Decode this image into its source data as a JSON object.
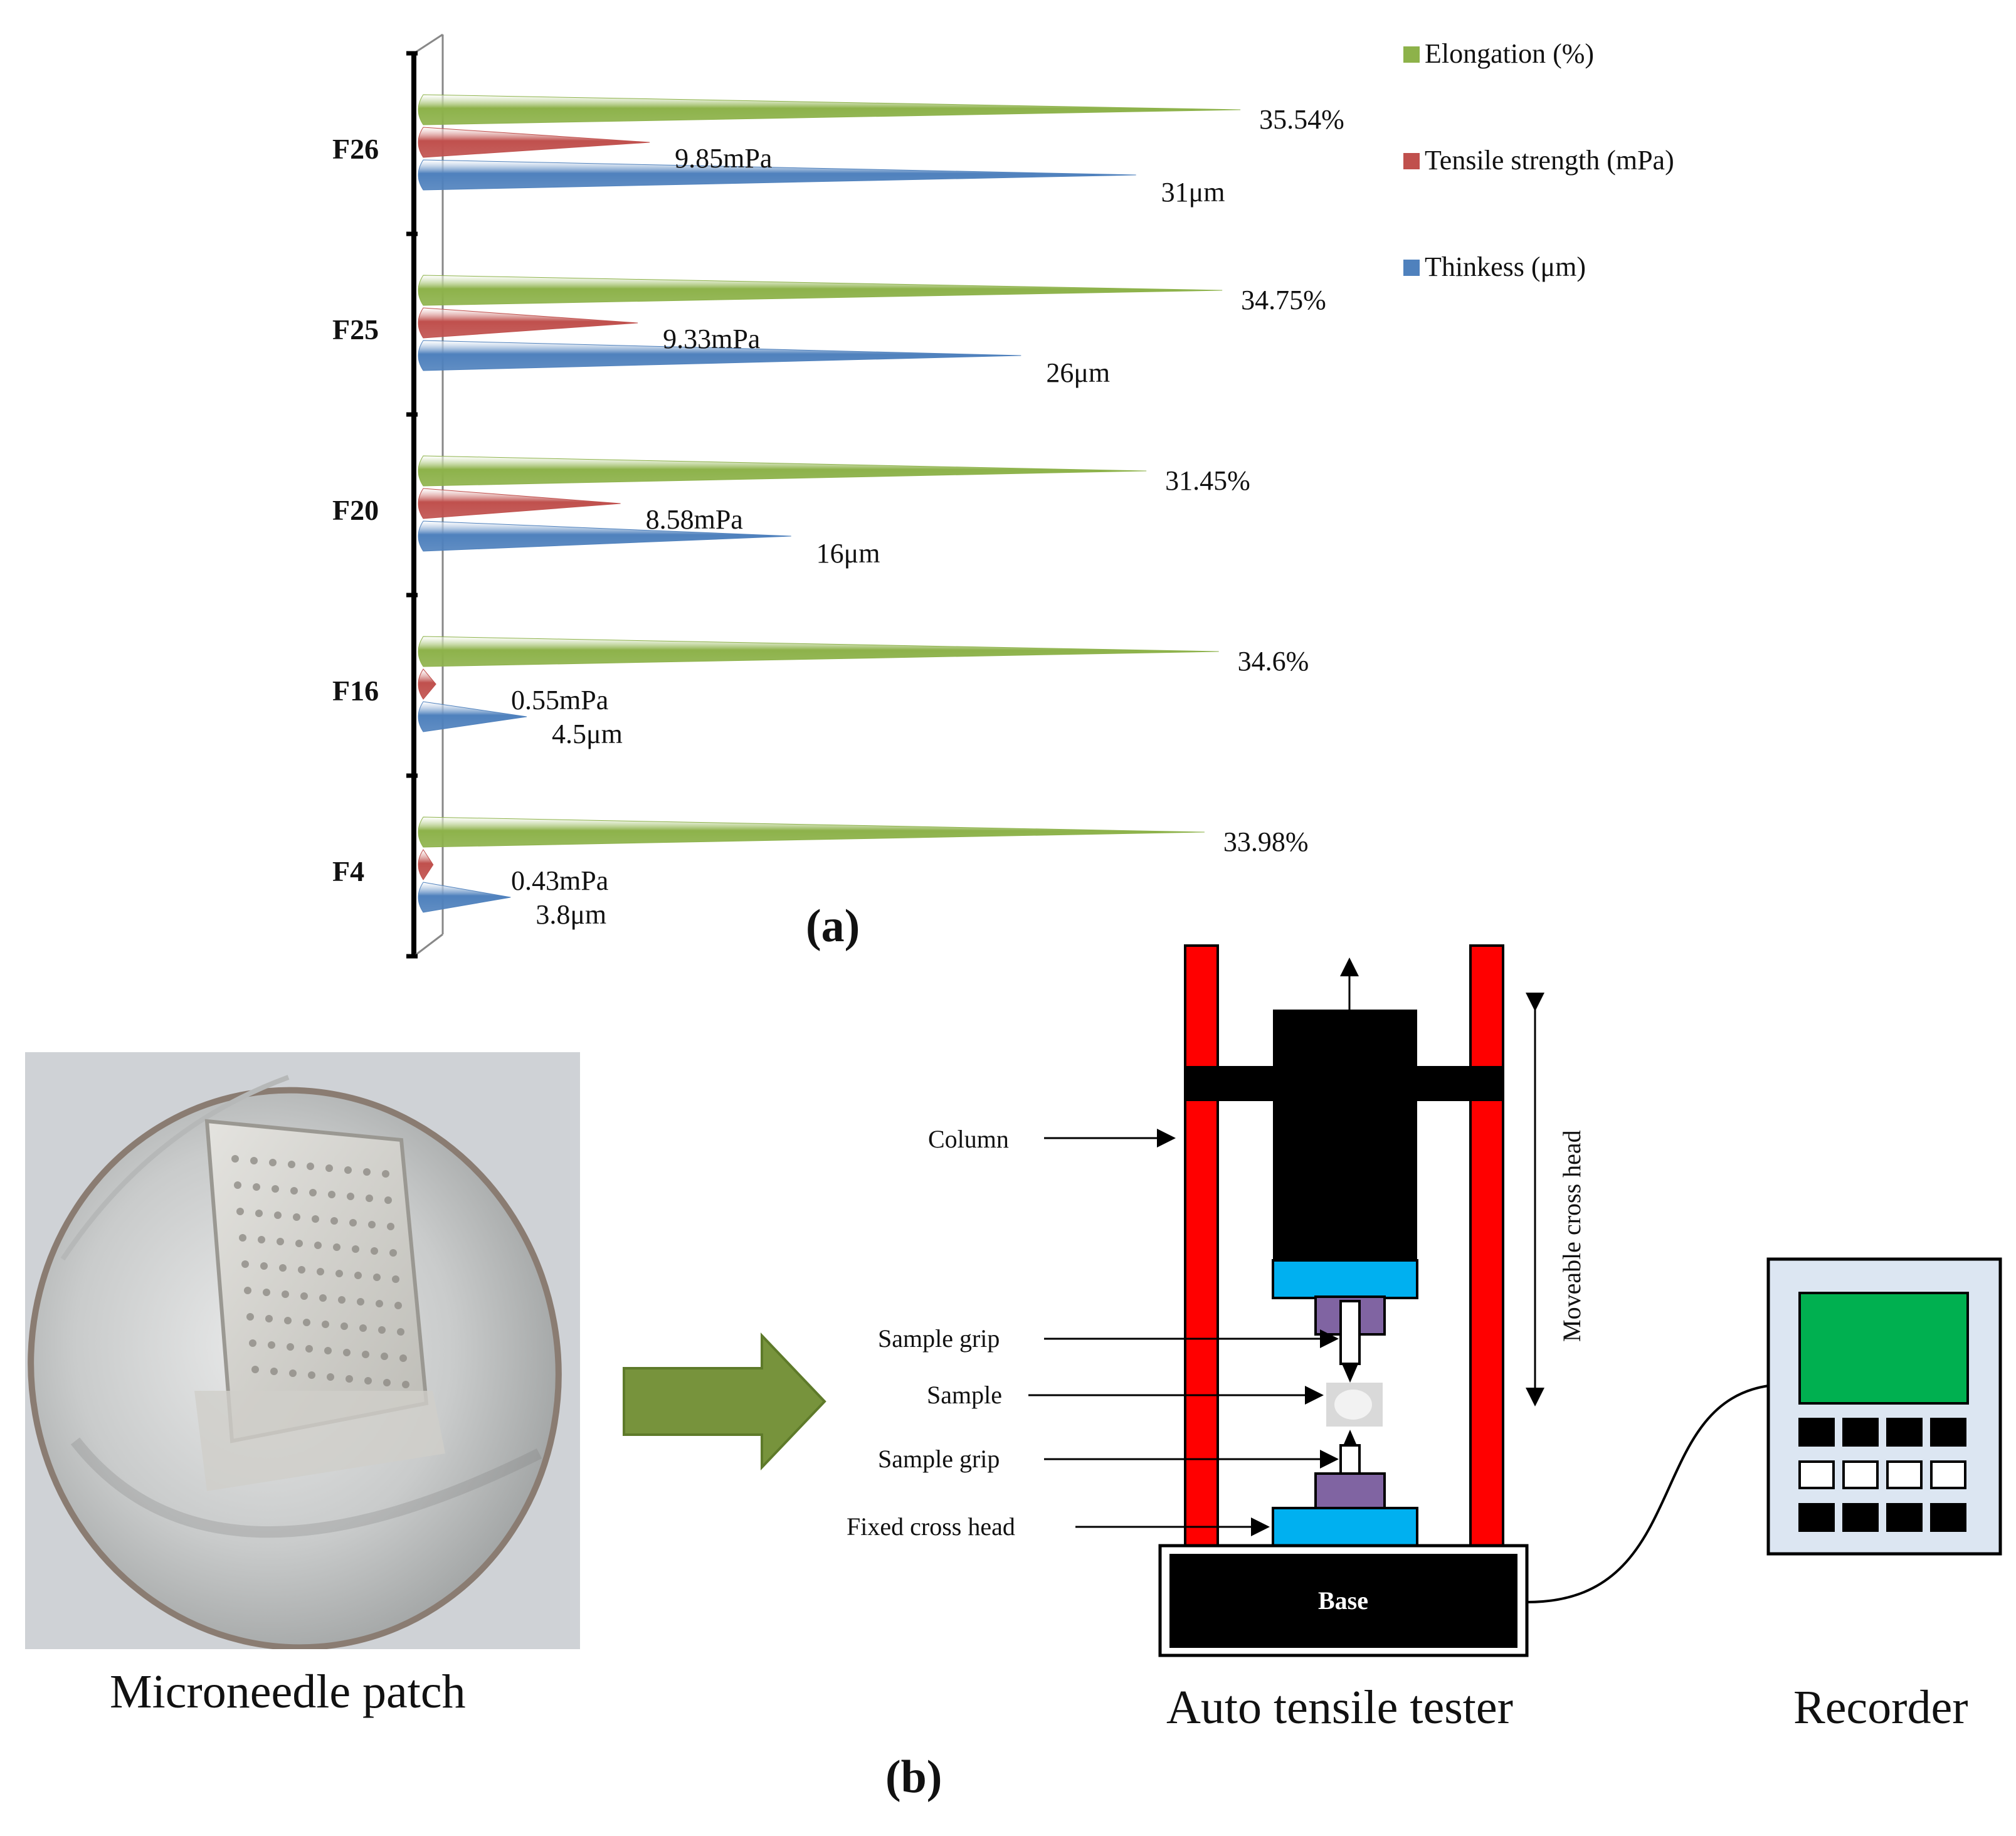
{
  "panel_a_label": "(a)",
  "panel_b_label": "(b)",
  "chart_data": {
    "type": "bar",
    "orientation": "horizontal",
    "mark_shape": "cone",
    "categories": [
      "F26",
      "F25",
      "F20",
      "F16",
      "F4"
    ],
    "series": [
      {
        "name": "Elongation (%)",
        "color": "#8db24a",
        "values": [
          35.54,
          34.75,
          31.45,
          34.6,
          33.98
        ],
        "labels": [
          "35.54%",
          "34.75%",
          "31.45%",
          "34.6%",
          "33.98%"
        ]
      },
      {
        "name": "Tensile strength (mPa)",
        "color": "#c0504d",
        "values": [
          9.85,
          9.33,
          8.58,
          0.55,
          0.43
        ],
        "labels": [
          "9.85mPa",
          "9.33mPa",
          "8.58mPa",
          "0.55mPa",
          "0.43mPa"
        ]
      },
      {
        "name": "Thinkess (μm)",
        "color": "#4f81bd",
        "values": [
          31,
          26,
          16,
          4.5,
          3.8
        ],
        "labels": [
          "31μm",
          "26μm",
          "16μm",
          "4.5μm",
          "3.8μm"
        ]
      }
    ],
    "legend_position": "top-right",
    "grid": false
  },
  "diagram": {
    "photo_caption": "Microneedle patch",
    "tester_caption": "Auto tensile tester",
    "recorder_caption": "Recorder",
    "labels": {
      "column": "Column",
      "sample_grip_top": "Sample grip",
      "sample": "Sample",
      "sample_grip_bottom": "Sample grip",
      "fixed_cross_head": "Fixed cross head",
      "base": "Base",
      "moveable_cross_head": "Moveable cross head"
    },
    "colors": {
      "column": "#ff0000",
      "crosshead_body": "#000000",
      "crosshead_plate": "#00b0f0",
      "grip": "#8064a2",
      "arrow": "#77933c",
      "recorder_screen": "#00b050",
      "recorder_body": "#dce6f2"
    }
  }
}
